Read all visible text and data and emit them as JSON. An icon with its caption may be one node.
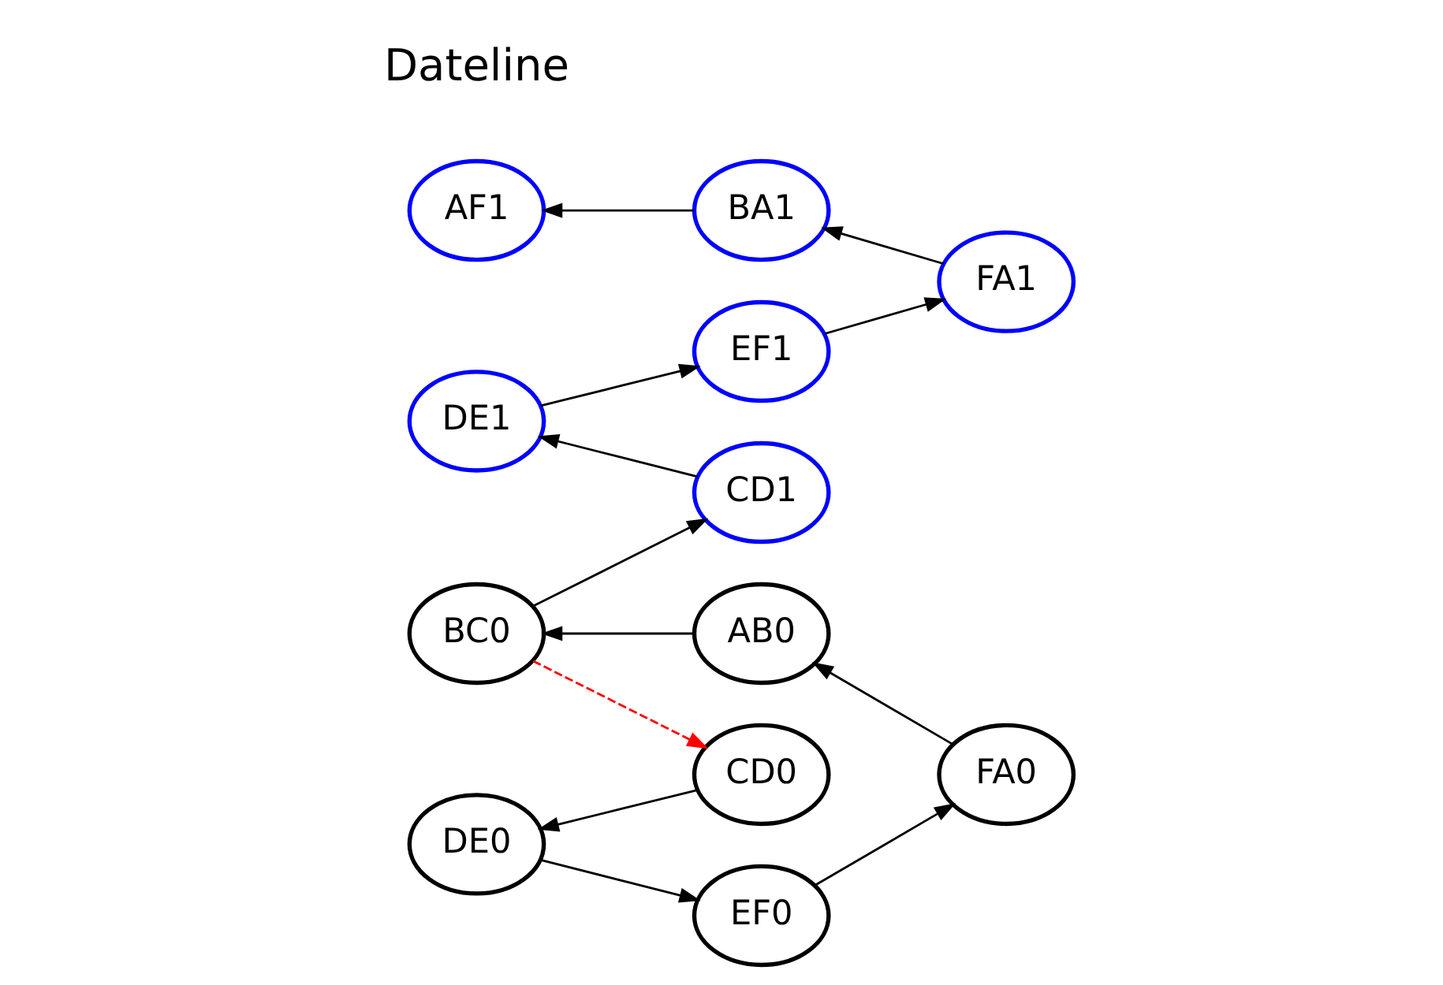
{
  "diagram": {
    "nodes": [
      {
        "text": [
          "DE1"
        ]
      },
      {
        "text": [
          "EF1"
        ]
      },
      {
        "text": [
          "DE0"
        ]
      },
      {
        "text": [
          "EF0"
        ]
      },
      {
        "text": [
          "CD1"
        ]
      },
      {
        "text": [
          "CD0"
        ]
      },
      {
        "text": [
          "FA0"
        ]
      },
      {
        "text": [
          "FA1"
        ]
      },
      {
        "text": [
          "BC0"
        ]
      },
      {
        "text": [
          "AB0"
        ]
      },
      {
        "text": [
          "AF1"
        ]
      },
      {
        "text": [
          "BA1"
        ]
      }
    ],
    "edges": [
      {
        "from": 4,
        "to": 0,
        "arrow": "to"
      },
      {
        "from": 0,
        "to": 1,
        "arrow": "to"
      },
      {
        "from": 1,
        "to": 7,
        "arrow": "to"
      },
      {
        "from": 5,
        "to": 2,
        "arrow": "to"
      },
      {
        "from": 2,
        "to": 3,
        "arrow": "to"
      },
      {
        "from": 3,
        "to": 6,
        "arrow": "to"
      },
      {
        "from": 6,
        "to": 9,
        "arrow": "to"
      },
      {
        "from": 9,
        "to": 8,
        "arrow": "to"
      },
      {
        "from": 8,
        "to": 4,
        "arrow": "to"
      },
      {
        "from": 8,
        "to": 5,
        "arrow": "to",
        "style": "dashed",
        "color": "#ff0000"
      },
      {
        "from": 7,
        "to": 11,
        "arrow": "to"
      },
      {
        "from": 11,
        "to": 10,
        "arrow": "to"
      }
    ],
    "labels": [
      "Dateline"
    ]
  }
}
